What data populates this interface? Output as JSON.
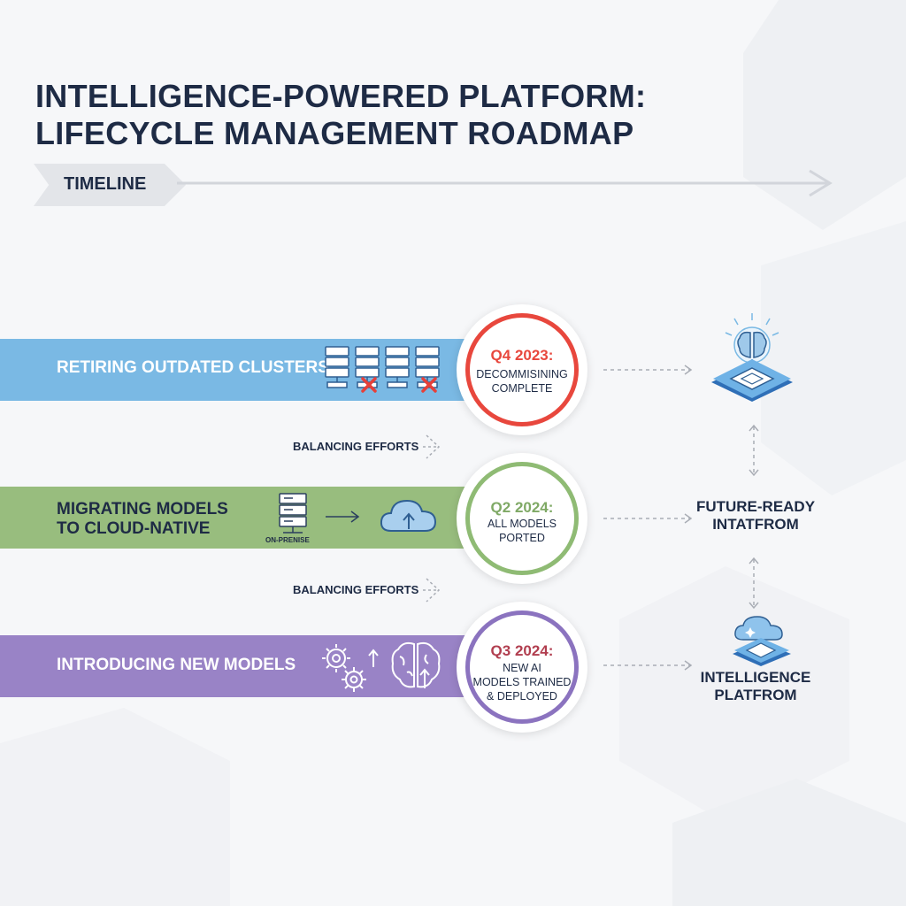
{
  "title": {
    "line1": "INTELLIGENCE-POWERED PLATFORM:",
    "line2": "LIFECYCLE MANAGEMENT ROADMAP"
  },
  "timeline": {
    "label": "TIMELINE"
  },
  "bands": [
    {
      "label": "RETIRING OUTDATED CLUSTERS",
      "color": "#7ab9e4"
    },
    {
      "label_line1": "MIGRATING MODELS",
      "label_line2": "TO CLOUD-NATIVE",
      "sub_label": "ON-PRENISE",
      "color": "#98bd7e"
    },
    {
      "label": "INTRODUCING NEW MODELS",
      "color": "#9983c6"
    }
  ],
  "milestones": [
    {
      "date": "Q4 2023:",
      "desc_line1": "DECOMMISINING",
      "desc_line2": "COMPLETE",
      "color": "#e8473d"
    },
    {
      "date": "Q2 2024:",
      "desc_line1": "ALL MODELS",
      "desc_line2": "PORTED",
      "color": "#8fbb74"
    },
    {
      "date": "Q3 2024:",
      "desc_line1": "NEW AI",
      "desc_line2": "MODELS TRAINED",
      "desc_line3": "& DEPLOYED",
      "color": "#8b73bf"
    }
  ],
  "balancing": [
    "BALANCING EFFORTS",
    "BALANCING EFFORTS"
  ],
  "outcomes": {
    "middle_line1": "FUTURE-READY",
    "middle_line2": "INTATFROM",
    "bottom_line1": "INTELLIGENCE",
    "bottom_line2": "PLATFROM"
  },
  "icons": [
    "server-rack-icon",
    "server-removed-icon",
    "server-icon",
    "arrow-right-icon",
    "cloud-upload-icon",
    "gears-icon",
    "brain-icon",
    "ai-brain-chip-icon",
    "cloud-chip-icon"
  ]
}
